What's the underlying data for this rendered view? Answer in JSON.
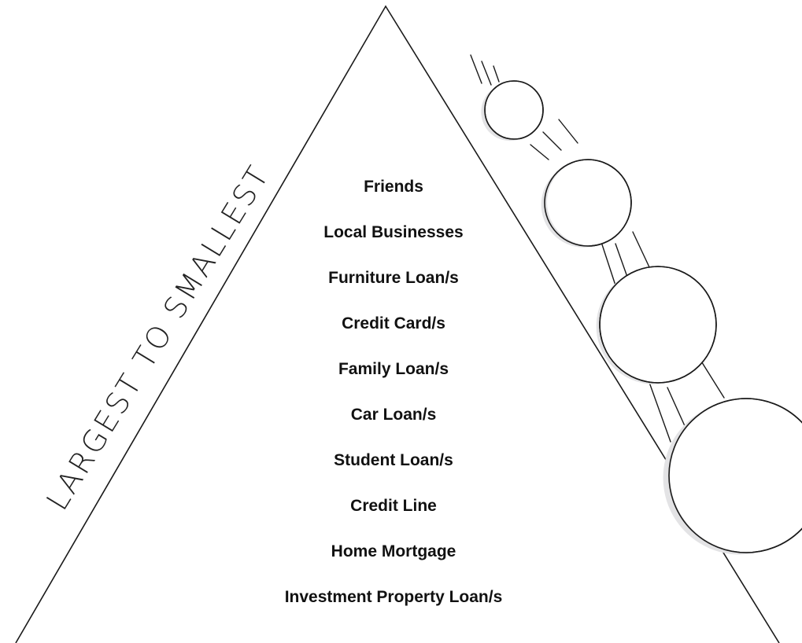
{
  "diagram": {
    "side_label": "LARGEST TO SMALLEST",
    "items": [
      {
        "label": "Friends"
      },
      {
        "label": "Local Businesses"
      },
      {
        "label": "Furniture Loan/s"
      },
      {
        "label": "Credit Card/s"
      },
      {
        "label": "Family Loan/s"
      },
      {
        "label": "Car Loan/s"
      },
      {
        "label": "Student Loan/s"
      },
      {
        "label": "Credit Line"
      },
      {
        "label": "Home Mortgage"
      },
      {
        "label": "Investment Property Loan/s"
      }
    ],
    "colors": {
      "line": "#1a1a1a",
      "ball_fill": "#ffffff",
      "ball_shade": "#e3e3e5",
      "text": "#111111"
    }
  }
}
